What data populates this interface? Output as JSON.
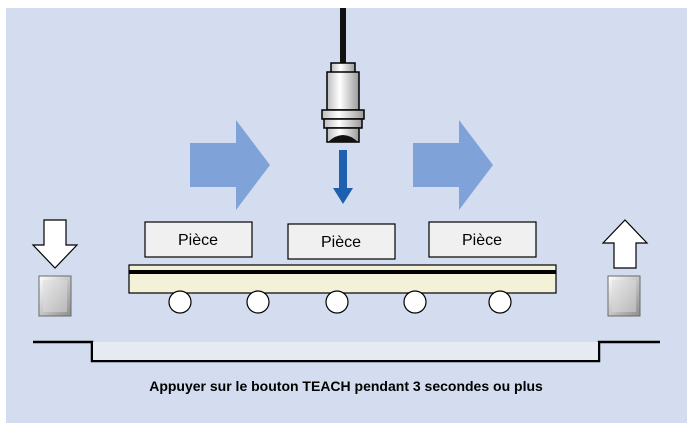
{
  "diagram": {
    "parts": [
      {
        "label": "Pièce"
      },
      {
        "label": "Pièce"
      },
      {
        "label": "Pièce"
      }
    ],
    "caption": "Appuyer sur le bouton TEACH pendant 3 secondes ou plus",
    "colors": {
      "background": "#d3ddef",
      "flow_arrow": "#7fa3d8",
      "sensor_beam": "#1f5fb0",
      "conveyor_belt": "#f3f1d8",
      "outline": "#000000"
    },
    "icons": {
      "left_button_arrow": "arrow-down-icon",
      "right_button_arrow": "arrow-up-icon",
      "sensor": "proximity-sensor-icon",
      "button": "teach-button-icon"
    }
  }
}
